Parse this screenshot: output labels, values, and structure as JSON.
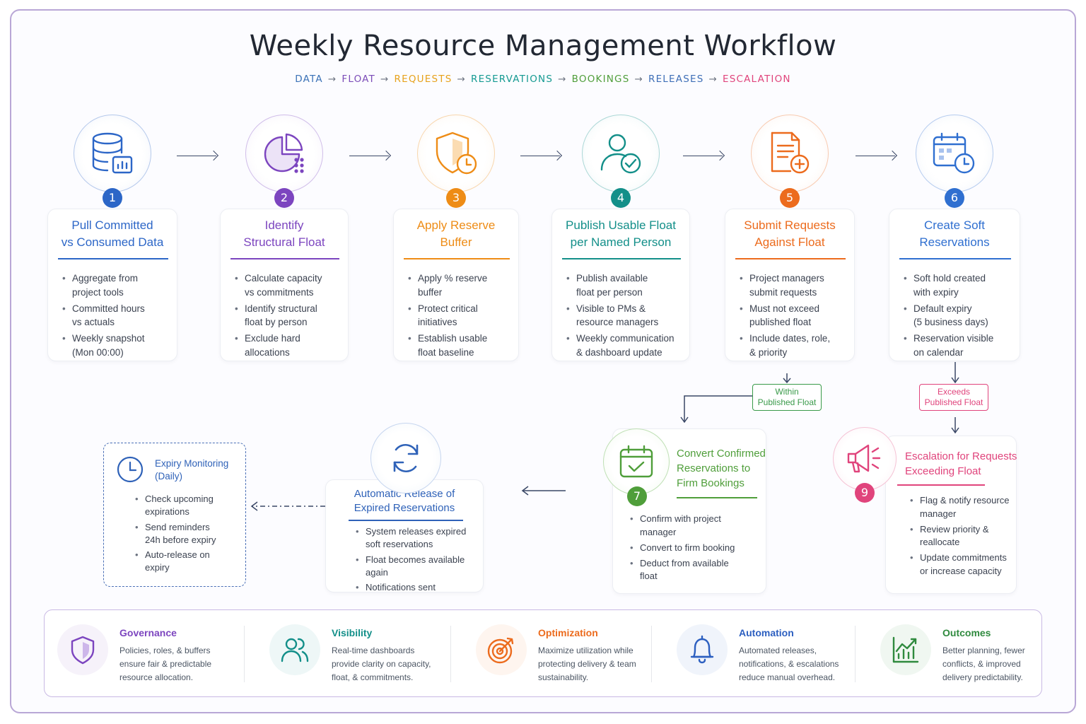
{
  "title": "Weekly Resource Management Workflow",
  "flow_steps": [
    {
      "label": "DATA",
      "color": "#3b72b7"
    },
    {
      "label": "FLOAT",
      "color": "#7c4db8"
    },
    {
      "label": "REQUESTS",
      "color": "#e7a21c"
    },
    {
      "label": "RESERVATIONS",
      "color": "#159a92"
    },
    {
      "label": "BOOKINGS",
      "color": "#4f9e3a"
    },
    {
      "label": "RELEASES",
      "color": "#3f6fb7"
    },
    {
      "label": "ESCALATION",
      "color": "#e0447c"
    }
  ],
  "flow_arrow": "→",
  "steps": [
    {
      "number": "1",
      "title_line1": "Pull Committed",
      "title_line2": "vs Consumed Data",
      "color": "#2c66c7",
      "icon": "database-chart-icon",
      "bullets": [
        [
          "Aggregate from",
          "project tools"
        ],
        [
          "Committed hours",
          "vs actuals"
        ],
        [
          "Weekly snapshot",
          "(Mon 00:00)"
        ]
      ]
    },
    {
      "number": "2",
      "title_line1": "Identify",
      "title_line2": "Structural Float",
      "color": "#7c45bf",
      "icon": "pie-chart-icon",
      "bullets": [
        [
          "Calculate capacity",
          "vs commitments"
        ],
        [
          "Identify structural",
          "float by person"
        ],
        [
          "Exclude hard",
          "allocations"
        ]
      ]
    },
    {
      "number": "3",
      "title_line1": "Apply Reserve",
      "title_line2": "Buffer",
      "color": "#ee8c16",
      "icon": "shield-clock-icon",
      "bullets": [
        [
          "Apply % reserve",
          "buffer"
        ],
        [
          "Protect critical",
          "initiatives"
        ],
        [
          "Establish usable",
          "float baseline"
        ]
      ]
    },
    {
      "number": "4",
      "title_line1": "Publish Usable Float",
      "title_line2": "per Named Person",
      "color": "#138f89",
      "icon": "user-check-icon",
      "bullets": [
        [
          "Publish available",
          "float per person"
        ],
        [
          "Visible to PMs &",
          "resource managers"
        ],
        [
          "Weekly communication",
          "& dashboard update"
        ]
      ]
    },
    {
      "number": "5",
      "title_line1": "Submit Requests",
      "title_line2": "Against Float",
      "color": "#ec6b1d",
      "icon": "document-add-icon",
      "bullets": [
        [
          "Project managers",
          "submit requests"
        ],
        [
          "Must not exceed",
          "published float"
        ],
        [
          "Include dates, role,",
          "& priority"
        ]
      ]
    },
    {
      "number": "6",
      "title_line1": "Create Soft",
      "title_line2": "Reservations",
      "color": "#2f6fd0",
      "icon": "calendar-clock-icon",
      "bullets": [
        [
          "Soft hold created",
          "with expiry"
        ],
        [
          "Default expiry",
          "(5 business days)"
        ],
        [
          "Reservation visible",
          "on calendar"
        ]
      ]
    }
  ],
  "tags": {
    "within": {
      "line1": "Within",
      "line2": "Published Float",
      "color": "#3a9a4a"
    },
    "exceeds": {
      "line1": "Exceeds",
      "line2": "Published Float",
      "color": "#e0447c"
    }
  },
  "step7": {
    "number": "7",
    "title_line1": "Convert Confirmed",
    "title_line2": "Reservations to",
    "title_line3": "Firm Bookings",
    "color": "#4f9e3a",
    "icon": "calendar-check-icon",
    "bullets": [
      [
        "Confirm with project",
        "manager"
      ],
      [
        "Convert to firm booking",
        ""
      ],
      [
        "Deduct from available",
        "float"
      ]
    ]
  },
  "step9": {
    "number": "9",
    "title_line1": "Escalation for Requests",
    "title_line2": "Exceeding Float",
    "color": "#e0447c",
    "icon": "megaphone-icon",
    "bullets": [
      [
        "Flag & notify resource",
        "manager"
      ],
      [
        "Review priority &",
        "reallocate"
      ],
      [
        "Update commitments",
        "or increase capacity"
      ]
    ]
  },
  "release": {
    "title_line1": "Automatic Release of",
    "title_line2": "Expired Reservations",
    "color": "#2f62b8",
    "icon": "refresh-icon",
    "bullets": [
      [
        "System releases expired",
        "soft reservations"
      ],
      [
        "Float becomes available",
        "again"
      ],
      [
        "Notifications sent",
        ""
      ]
    ]
  },
  "expiry": {
    "title_line1": "Expiry Monitoring",
    "title_line2": "(Daily)",
    "color": "#2f62b8",
    "icon": "clock-icon",
    "bullets": [
      [
        "Check upcoming",
        "expirations"
      ],
      [
        "Send reminders",
        "24h before expiry"
      ],
      [
        "Auto-release on",
        "expiry"
      ]
    ]
  },
  "features": [
    {
      "heading": "Governance",
      "lines": [
        "Policies, roles, & buffers",
        "ensure fair & predictable",
        "resource allocation."
      ],
      "color": "#7c45bf",
      "icon": "shield-icon"
    },
    {
      "heading": "Visibility",
      "lines": [
        "Real-time dashboards",
        "provide clarity on capacity,",
        "float, & commitments."
      ],
      "color": "#138f89",
      "icon": "users-icon"
    },
    {
      "heading": "Optimization",
      "lines": [
        "Maximize utilization while",
        "protecting delivery & team",
        "sustainability."
      ],
      "color": "#ec6b1d",
      "icon": "target-icon"
    },
    {
      "heading": "Automation",
      "lines": [
        "Automated releases,",
        "notifications, & escalations",
        "reduce manual overhead."
      ],
      "color": "#2c5fc0",
      "icon": "bell-icon"
    },
    {
      "heading": "Outcomes",
      "lines": [
        "Better planning, fewer",
        "conflicts, & improved",
        "delivery predictability."
      ],
      "color": "#2f8a3e",
      "icon": "growth-chart-icon"
    }
  ]
}
